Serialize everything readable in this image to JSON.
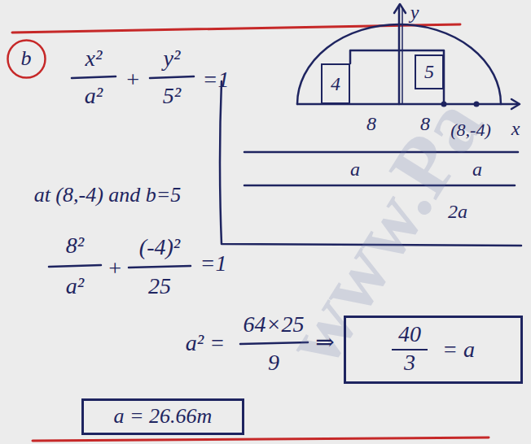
{
  "diagram": {
    "nodes": [
      {
        "text": [
          "b"
        ]
      },
      {
        "text": [
          "4"
        ]
      },
      {
        "text": [
          "5"
        ]
      },
      {
        "text": [
          "40",
          "3",
          "= a"
        ]
      },
      {
        "text": [
          "a = 26.66m"
        ]
      }
    ],
    "labels": [
      "x²",
      "a²",
      "+",
      "y²",
      "5²",
      "=1",
      "at (8,-4) and b=5",
      "8²",
      "a²",
      "+",
      "(-4)²",
      "25",
      "=1",
      "a² =",
      "64×25",
      "9",
      "⇒",
      "y",
      "8",
      "8",
      "(8,-4)",
      "x",
      "a",
      "a",
      "2a",
      "www.Pa"
    ]
  }
}
